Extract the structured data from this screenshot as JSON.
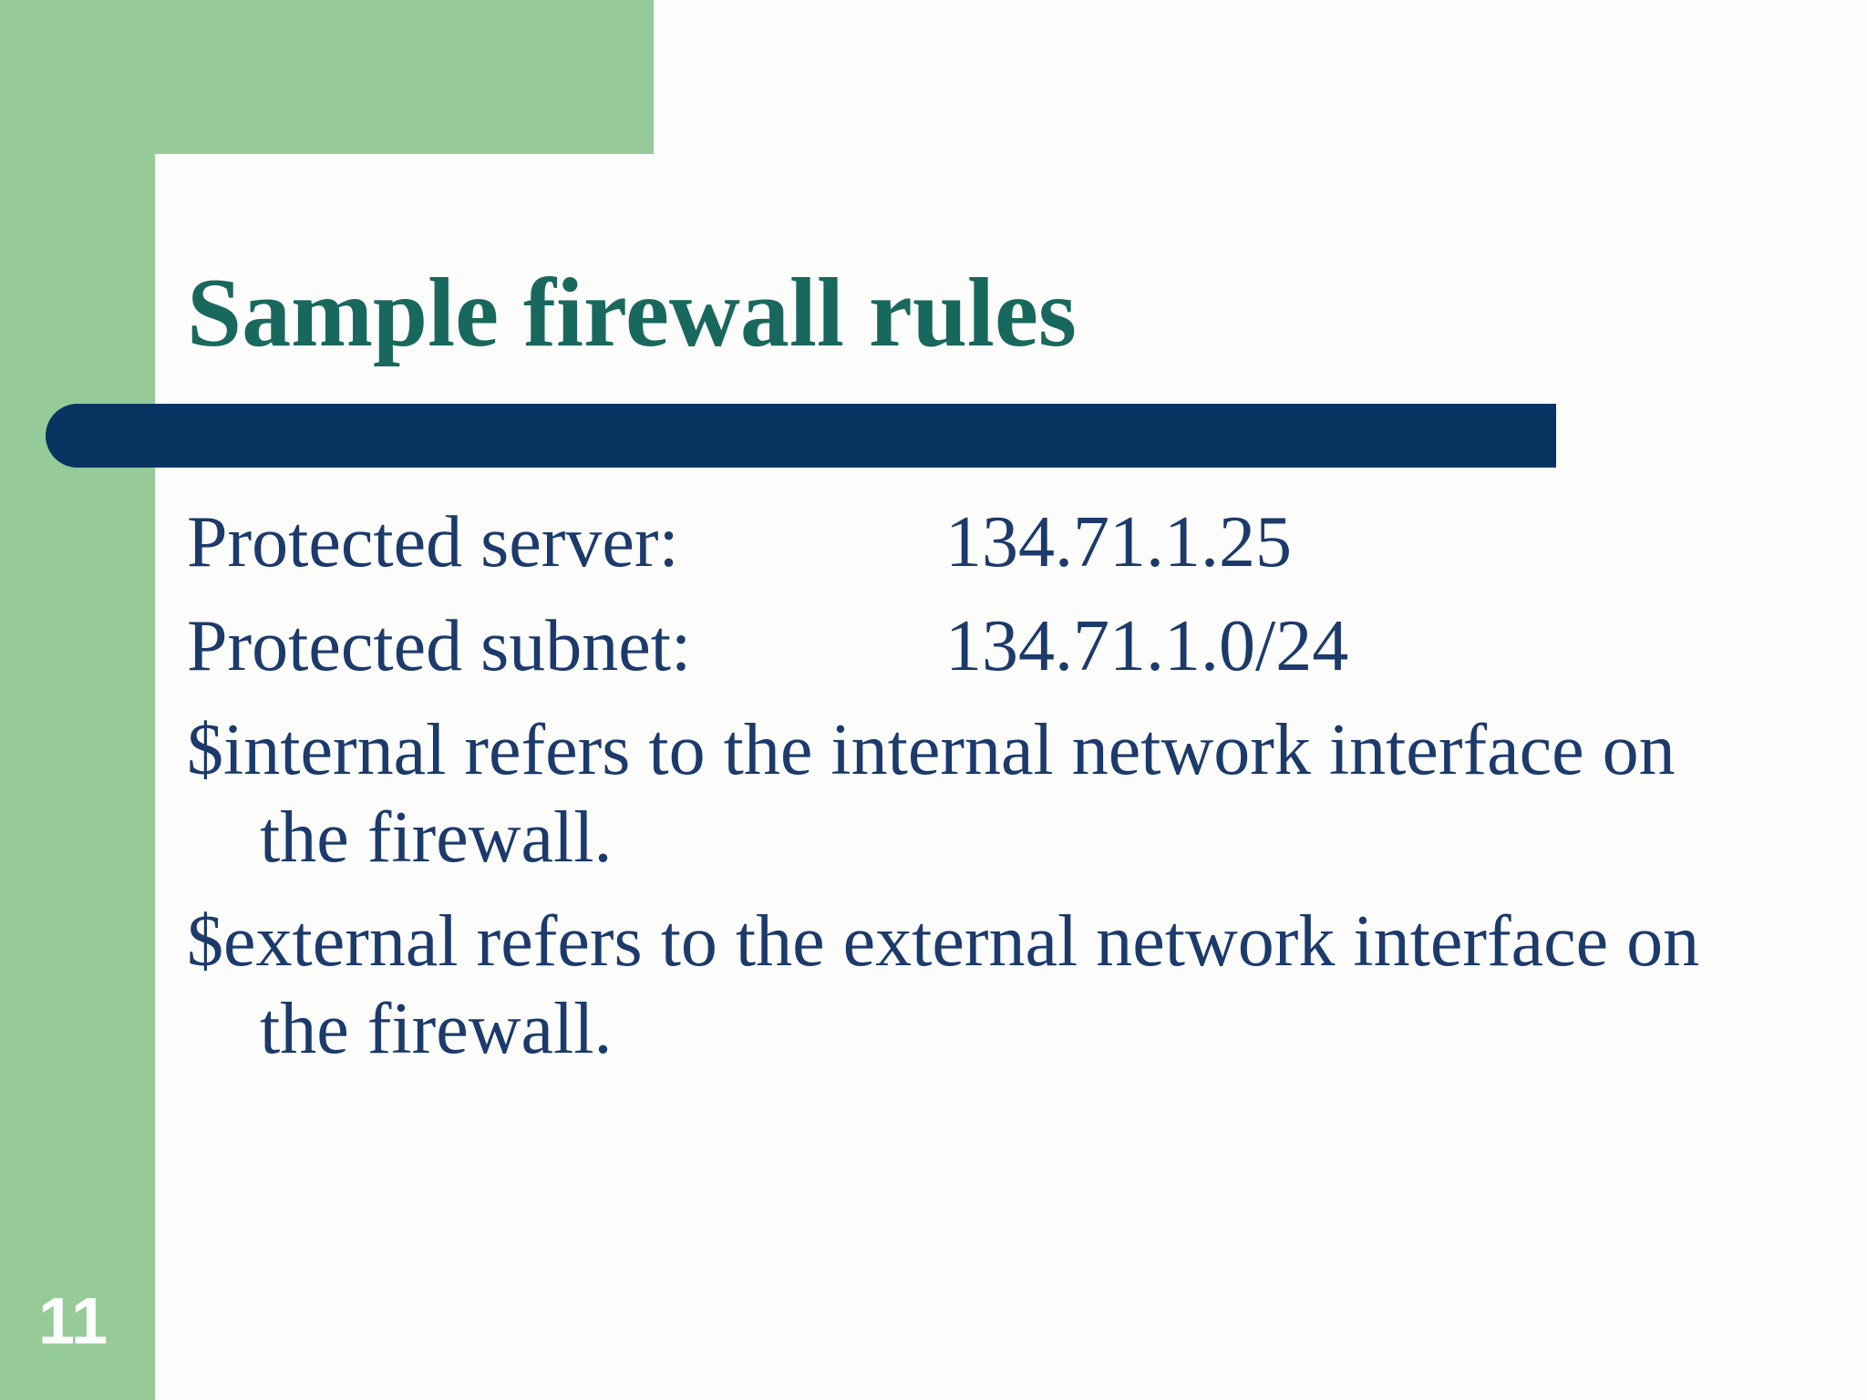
{
  "slide": {
    "title": "Sample firewall rules",
    "page_number": "11",
    "rows": [
      {
        "label": "Protected server:",
        "value": "134.71.1.25"
      },
      {
        "label": "Protected subnet:",
        "value": "134.71.1.0/24"
      }
    ],
    "paragraphs": [
      {
        "line1": "$internal refers to the internal network interface on",
        "line2": "the firewall."
      },
      {
        "line1": "$external refers to the external network interface on",
        "line2": "the firewall."
      }
    ],
    "colors": {
      "green": "#96CB99",
      "navy_bar": "#083462",
      "body_text": "#1C3A6B",
      "title": "#19685E",
      "page_number": "#FFFFFF",
      "bg": "#FCFDFA"
    }
  }
}
